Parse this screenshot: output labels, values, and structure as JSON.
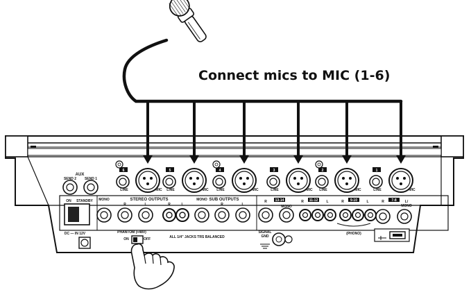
{
  "caption": "Connect mics to MIC (1-6)",
  "aux": {
    "title": "AUX",
    "send2": "SEND 2",
    "send1": "SEND 1"
  },
  "power": {
    "on": "ON",
    "standby": "STANDBY"
  },
  "dc": "DC — IN 12V",
  "mono": "MONO",
  "stereo_outputs": {
    "title": "STEREO OUTPUTS",
    "r": "R",
    "l": "L"
  },
  "sub_outputs": {
    "title": "SUB OUTPUTS",
    "mono": "MONO",
    "r": "R",
    "l": "L"
  },
  "phantom": {
    "title": "PHANTOM (+48V)",
    "on": "ON",
    "off": "OFF"
  },
  "jacks_note": "ALL 1/4\" JACKS TRS BALANCED",
  "signal_gnd": {
    "line1": "SIGNAL",
    "line2": "GND"
  },
  "usb": "USB",
  "phono": "(PHONO)",
  "channels": [
    {
      "num": "6",
      "line": "LINE",
      "mic": "MIC"
    },
    {
      "num": "5",
      "line": "LINE",
      "mic": "MIC"
    },
    {
      "num": "4",
      "line": "LINE",
      "mic": "MIC"
    },
    {
      "num": "3",
      "line": "LINE",
      "mic": "MIC"
    },
    {
      "num": "2",
      "line": "LINE",
      "mic": "MIC"
    },
    {
      "num": "1",
      "line": "LINE",
      "mic": "MIC"
    }
  ],
  "stereo_channels": [
    {
      "num": "13-14",
      "r": "R",
      "l": "L",
      "mono": "MONO"
    },
    {
      "num": "11-12",
      "r": "R",
      "l": "L"
    },
    {
      "num": "9-10",
      "r": "R",
      "l": "L"
    },
    {
      "num": "7-8",
      "r": "R",
      "l": "L/\nMONO"
    }
  ],
  "colors": {
    "ink": "#111111",
    "paper": "#ffffff",
    "panel": "#f4f4f4"
  }
}
